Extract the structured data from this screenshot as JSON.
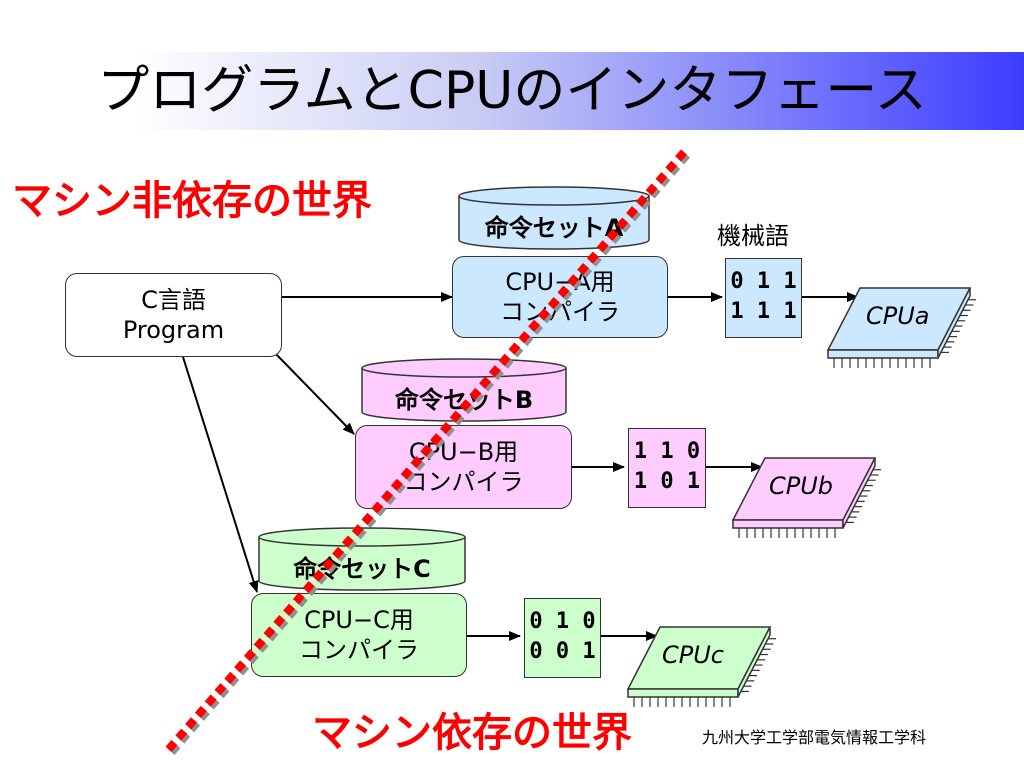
{
  "title": "プログラムとCPUのインタフェース",
  "labels": {
    "independent": "マシン非依存の世界",
    "dependent": "マシン依存の世界",
    "machine_code": "機械語",
    "footer": "九州大学工学部電気情報工学科"
  },
  "source": {
    "line1": "C言語",
    "line2": "Program"
  },
  "pipelines": [
    {
      "instruction_set": "命令セットA",
      "compiler_line1": "CPU−A用",
      "compiler_line2": "コンパイラ",
      "code_line1": "0 1 1",
      "code_line2": "1 1 1",
      "cpu": "CPUa",
      "color": "#cce8ff"
    },
    {
      "instruction_set": "命令セットB",
      "compiler_line1": "CPU−B用",
      "compiler_line2": "コンパイラ",
      "code_line1": "1 1 0",
      "code_line2": "1 0 1",
      "cpu": "CPUb",
      "color": "#ffccff"
    },
    {
      "instruction_set": "命令セットC",
      "compiler_line1": "CPU−C用",
      "compiler_line2": "コンパイラ",
      "code_line1": "0 1 0",
      "code_line2": "0 0 1",
      "cpu": "CPUc",
      "color": "#ccffcc"
    }
  ],
  "colors": {
    "accent_red": "#ff0000",
    "title_gradient_end": "#3c3cff"
  }
}
